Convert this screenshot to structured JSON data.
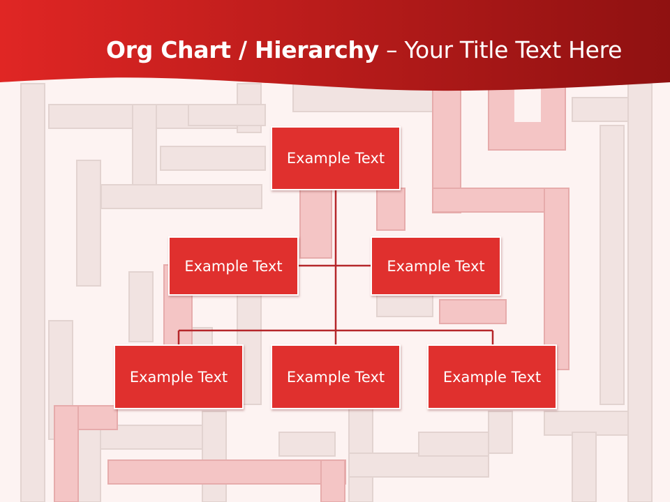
{
  "title": {
    "bold": "Org Chart / Hierarchy",
    "separator": " – ",
    "regular": "Your Title Text Here"
  },
  "colors": {
    "banner_dark": "#8f1111",
    "banner_light": "#e02624",
    "node_fill": "#e0302e",
    "connector": "#b5262a",
    "background": "#fdf3f2"
  },
  "org_chart": {
    "root": "Example Text",
    "level2": [
      "Example Text",
      "Example Text"
    ],
    "level3": [
      "Example Text",
      "Example Text",
      "Example Text"
    ]
  }
}
